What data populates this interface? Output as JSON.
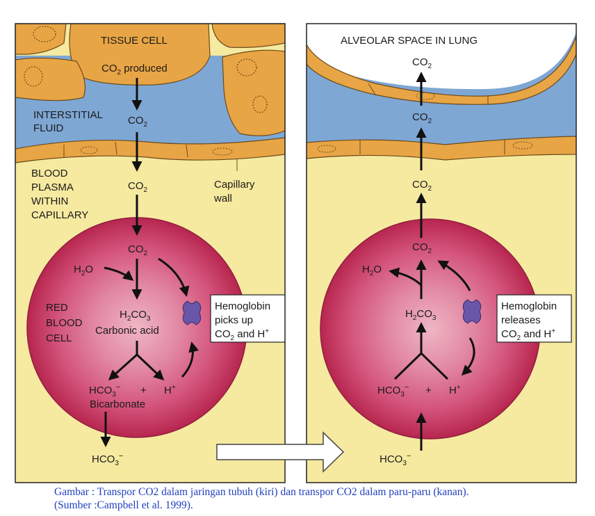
{
  "left_panel": {
    "tissue_cell": "TISSUE CELL",
    "co2_produced_pre": "CO",
    "co2_produced_post": " produced",
    "interstitial_1": "INTERSTITIAL",
    "interstitial_2": "FLUID",
    "blood_plasma_1": "BLOOD",
    "blood_plasma_2": "PLASMA",
    "blood_plasma_3": "WITHIN",
    "blood_plasma_4": "CAPILLARY",
    "capillary_wall_1": "Capillary",
    "capillary_wall_2": "wall",
    "rbc_1": "RED",
    "rbc_2": "BLOOD",
    "rbc_3": "CELL",
    "carbonic_acid": "Carbonic acid",
    "bicarbonate": "Bicarbonate",
    "plus": "+",
    "hemoglobin_1": "Hemoglobin",
    "hemoglobin_2": "picks up",
    "hemoglobin_3_pre": "CO",
    "hemoglobin_3_post": " and H"
  },
  "right_panel": {
    "alveolar": "ALVEOLAR SPACE IN LUNG",
    "plus": "+",
    "hemoglobin_1": "Hemoglobin",
    "hemoglobin_2": "releases",
    "hemoglobin_3_pre": "CO",
    "hemoglobin_3_post": " and H"
  },
  "formulas": {
    "co2_main": "CO",
    "co2_sub": "2",
    "h2o_h": "H",
    "h2o_sub": "2",
    "h2o_o": "O",
    "h2co3_h": "H",
    "h2co3_sub1": "2",
    "h2co3_co": "CO",
    "h2co3_sub2": "3",
    "hco3_main": "HCO",
    "hco3_sub": "3",
    "minus": "−",
    "h_plus_main": "H",
    "h_plus_sup": "+"
  },
  "caption_line1": "Gambar : Transpor CO2 dalam jaringan tubuh (kiri) dan transpor CO2 dalam paru-paru (kanan).",
  "caption_line2": "(Sumber :Campbell et al. 1999).",
  "colors": {
    "tissue_orange": "#e8a545",
    "interstitial_blue": "#7ea7d4",
    "plasma_yellow": "#f6e9a0",
    "rbc_red": "#c4305a",
    "hemoglobin_purple": "#6a56a8",
    "caption_blue": "#1f3fbf"
  }
}
